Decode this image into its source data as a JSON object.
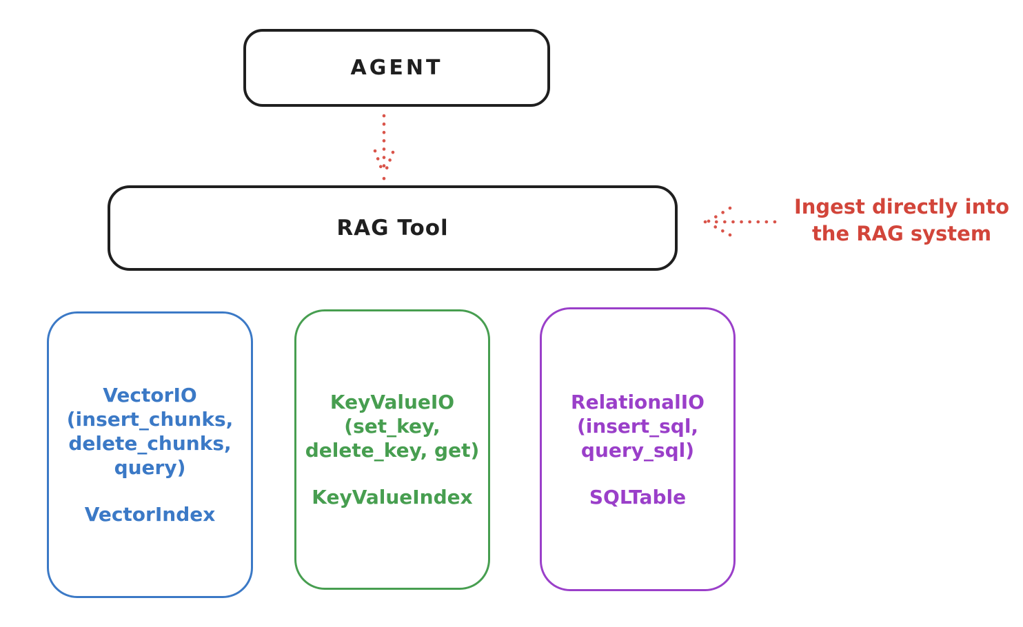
{
  "diagram": {
    "background": "#ffffff",
    "ink_color": "#1f1f1f",
    "accent_colors": {
      "red": "#d9544a",
      "blue": "#3b79c6",
      "green": "#479e50",
      "purple": "#9a3fc9"
    }
  },
  "nodes": {
    "agent": {
      "label": "AGENT"
    },
    "rag_tool": {
      "label": "RAG Tool"
    },
    "vector_io": {
      "io_lines": [
        "VectorIO",
        "(insert_chunks,",
        "delete_chunks,",
        "query)"
      ],
      "index_label": "VectorIndex",
      "color": "#3b79c6"
    },
    "key_value_io": {
      "io_lines": [
        "KeyValueIO",
        "(set_key,",
        "delete_key, get)"
      ],
      "index_label": "KeyValueIndex",
      "color": "#479e50"
    },
    "relational_io": {
      "io_lines": [
        "RelationalIO",
        "(insert_sql,",
        "query_sql)"
      ],
      "index_label": "SQLTable",
      "color": "#9a3fc9"
    }
  },
  "annotation": {
    "line1": "Ingest directly into",
    "line2": "the RAG system",
    "color": "#d9544a"
  },
  "edges": [
    {
      "from": "agent",
      "to": "rag_tool",
      "style": "dotted",
      "color": "#d9544a",
      "direction": "down"
    },
    {
      "from": "annotation",
      "to": "rag_tool",
      "style": "dotted",
      "color": "#d9544a",
      "direction": "left"
    }
  ]
}
